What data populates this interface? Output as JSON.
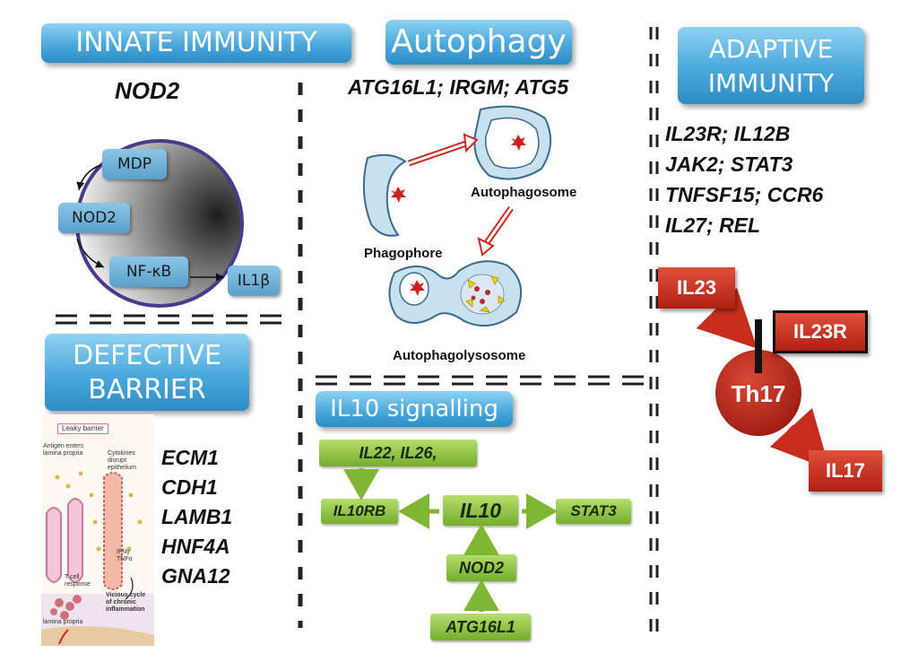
{
  "headers": {
    "innate": "INNATE IMMUNITY",
    "autophagy": "Autophagy",
    "adaptive": [
      "ADAPTIVE",
      "IMMUNITY"
    ],
    "defective": [
      "DEFECTIVE",
      "BARRIER"
    ],
    "il10": "IL10 signalling"
  },
  "innate": {
    "gene": "NOD2",
    "boxes": {
      "mdp": "MDP",
      "nod2": "NOD2",
      "nfkb": "NF-κB",
      "il1b": "IL1β"
    }
  },
  "autophagy": {
    "genes": "ATG16L1; IRGM; ATG5",
    "labels": {
      "autophagosome": "Autophagosome",
      "phagophore": "Phagophore",
      "autophagolysosome": "Autophagolysosome"
    }
  },
  "adaptive": {
    "genes": [
      "IL23R; IL12B",
      "JAK2; STAT3",
      "TNFSF15; CCR6",
      "IL27; REL"
    ],
    "nodes": {
      "il23": "IL23",
      "il23r": "IL23R",
      "th17": "Th17",
      "il17": "IL17"
    }
  },
  "barrier": {
    "genes": [
      "ECM1",
      "CDH1",
      "LAMB1",
      "HNF4A",
      "GNA12"
    ],
    "illustration": {
      "title": "Leaky barrier",
      "antigen": "Antigen enters lamina propria",
      "cytokines": "Cytokines disrupt epithelium",
      "ifn": "IFNγ TNFα",
      "tcell": "T cell response",
      "cycle": "Vicious cycle of chronic inflammation",
      "lamina": "lamina propria"
    }
  },
  "il10": {
    "il22": "IL22, IL26,",
    "il10rb": "IL10RB",
    "il10": "IL10",
    "stat3": "STAT3",
    "nod2": "NOD2",
    "atg16l1": "ATG16L1"
  },
  "colors": {
    "header_blue": "#4aa8dc",
    "green": "#8cc63f",
    "red": "#c62d1f",
    "arrow_red": "#cc2a1e"
  }
}
